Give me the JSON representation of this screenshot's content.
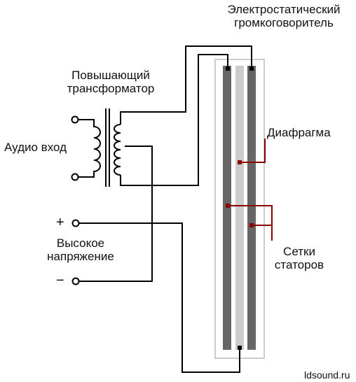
{
  "labels": {
    "speaker_line1": "Электростатический",
    "speaker_line2": "громкоговоритель",
    "transformer_line1": "Повышающий",
    "transformer_line2": "трансформатор",
    "audio_input": "Аудио вход",
    "diaphragm": "Диафрагма",
    "high_voltage_line1": "Высокое",
    "high_voltage_line2": "напряжение",
    "stator_line1": "Сетки",
    "stator_line2": "статоров",
    "plus": "+",
    "minus": "−",
    "watermark": "ldsound.ru"
  },
  "colors": {
    "wire": "#000000",
    "stator": "#666666",
    "diaphragm": "#cccccc",
    "housing": "#cccccc",
    "leader": "#8b0000"
  }
}
